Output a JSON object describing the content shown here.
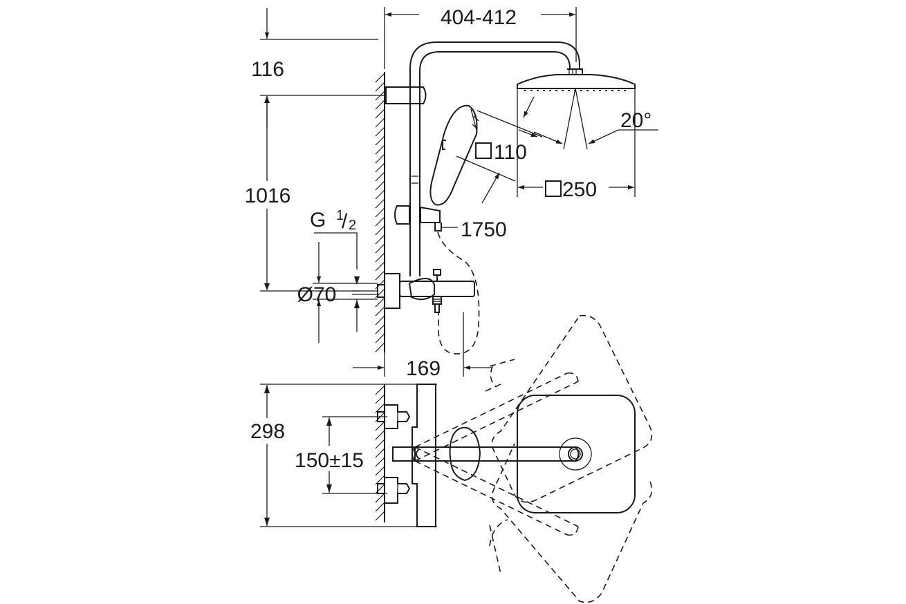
{
  "dimensions": {
    "arm_reach": "404-412",
    "top_offset": "116",
    "rail_height": "1016",
    "inlet_thread_main": "G",
    "inlet_thread_num": "1",
    "inlet_thread_den": "2",
    "escutcheon_diameter": "Ø70",
    "mixer_projection": "169",
    "hand_shower_size": "110",
    "head_shower_size": "250",
    "hose_length": "1750",
    "tilt_angle": "20°",
    "mixer_depth": "298",
    "inlet_centers": "150±15"
  },
  "colors": {
    "line": "#1a1a1a",
    "background": "#ffffff"
  }
}
